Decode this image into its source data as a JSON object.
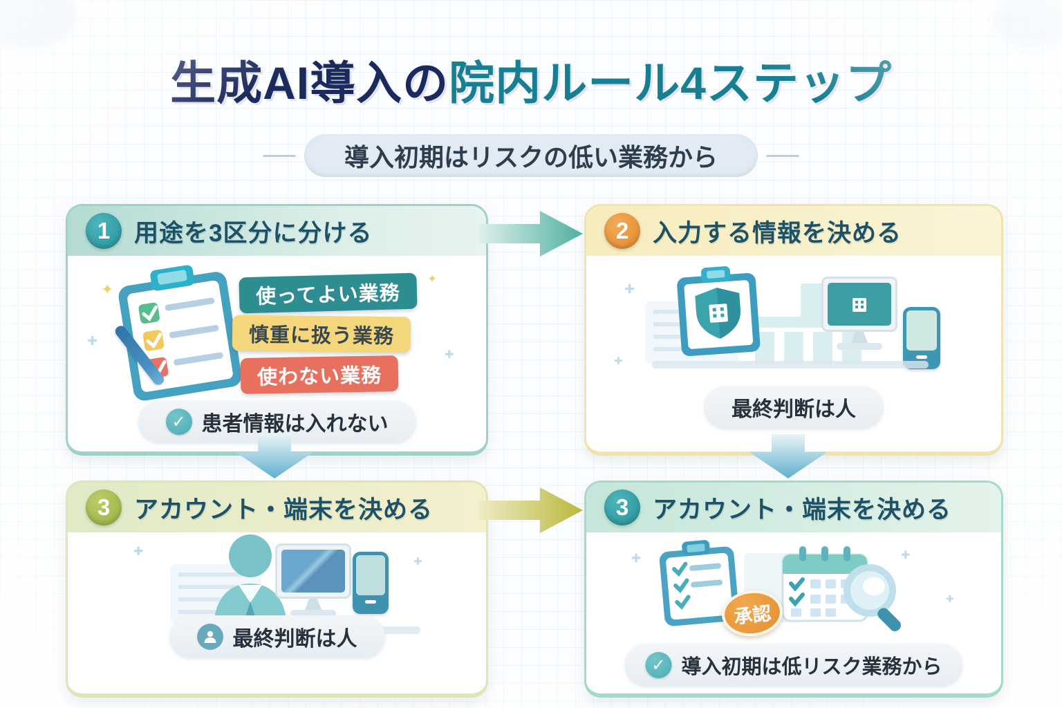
{
  "title": {
    "part1": "生成AI導入の",
    "part2": "院内ルール4ステップ"
  },
  "subtitle": "導入初期はリスクの低い業務から",
  "cards": [
    {
      "number": "1",
      "title": "用途を3区分に分ける",
      "tags": [
        {
          "label": "使ってよい業務",
          "bg": "#2e8d91",
          "color": "#ffffff"
        },
        {
          "label": "慎重に扱う業務",
          "bg": "#f4d77d",
          "color": "#39474f"
        },
        {
          "label": "使わない業務",
          "bg": "#e8705f",
          "color": "#ffffff"
        }
      ],
      "note": "患者情報は入れない"
    },
    {
      "number": "2",
      "title": "入力する情報を決める",
      "note": "最終判断は人"
    },
    {
      "number": "3",
      "title": "アカウント・端末を決める",
      "note": "最終判断は人"
    },
    {
      "number": "3",
      "title": "アカウント・端末を決める",
      "badge": "承認",
      "note": "導入初期は低リスク業務から"
    }
  ],
  "icons": {
    "check": "✓",
    "sparkle": "✦",
    "sparkle_plus": "✚"
  },
  "colors": {
    "title_navy": "#1b2a5c",
    "title_teal": "#187f93",
    "step1_accent": "#2f9fa6",
    "step2_accent": "#e9963c",
    "step3_accent": "#a9c054",
    "step4_accent": "#2f9fa6",
    "tag_allowed_bg": "#2e8d91",
    "tag_caution_bg": "#f4d77d",
    "tag_forbidden_bg": "#e8705f",
    "arrow_top": "#4fb0a2",
    "arrow_bottom": "#b9b93d",
    "arrow_down": "#5fb0cf",
    "approval_badge_bg": "#e89440"
  }
}
